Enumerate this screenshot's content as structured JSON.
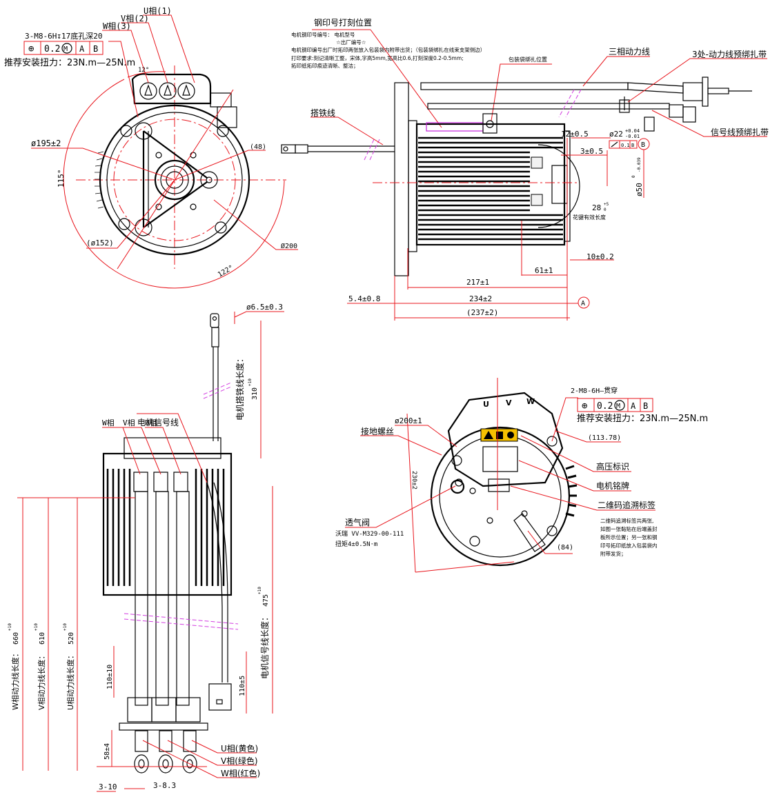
{
  "colors": {
    "dimension_red": "#e8141b",
    "outline_black": "#000000",
    "break_magenta": "#d23ce0",
    "warning_yellow": "#f5c000",
    "background": "#ffffff"
  },
  "front_view": {
    "phase_labels": [
      "U相(1)",
      "V相(2)",
      "W相(3)"
    ],
    "thread_spec": "3-M8-6H↧17底孔深20",
    "tolerance_frame": {
      "symbol": "⊕",
      "value": "0.2",
      "modifier": "M",
      "datum_a": "A",
      "datum_b": "B"
    },
    "torque_note": "推荐安装扭力：23N.m—25N.m",
    "angle_top": "12°",
    "dim_phi195": "ø195±2",
    "dim_48": "(48)",
    "angle_115": "115°",
    "dim_phi152": "(ø152)",
    "dim_phi200": "Ø200",
    "angle_122": "122°"
  },
  "side_view": {
    "stamp_position_title": "钢印号打刻位置",
    "stamp_notes": [
      "电机钢印号编号：  电机型号",
      "☆出厂编号☆",
      "电机钢印编号出厂时拓印两张放入包装袋内附带出货；（包装袋绑扎在线束支架侧边）",
      "打印要求:刻记清晰工整，宋体,字高5mm,宽高比0.6,打刻深度0.2-0.5mm;",
      "拓印纸拓印痕迹清晰、整洁；"
    ],
    "bag_tie_position": "包装袋绑扎位置",
    "three_phase_cable": "三相动力线",
    "power_cable_ties": "3处-动力线预绑扎带",
    "signal_cable_tie": "信号线预绑扎带",
    "ground_wire": "搭铁线",
    "dim_12": "12±0.5",
    "dim_phi22": "ø22",
    "dim_phi22_tol_upper": "+0.04",
    "dim_phi22_tol_lower": "-0.01",
    "runout_frame": {
      "value": "0.1",
      "datum": "B"
    },
    "datum_b": "B",
    "dim_3": "3±0.5",
    "dim_phi50": "ø50",
    "dim_phi50_tol_upper": "0",
    "dim_phi50_tol_lower": "-0.039",
    "dim_28": "28",
    "dim_28_tol_upper": "+5",
    "dim_28_tol_lower": "0",
    "spline_note": "花键有效长度",
    "dim_10": "10±0.2",
    "dim_61": "61±1",
    "dim_217": "217±1",
    "dim_5_4": "5.4±0.8",
    "dim_234": "234±2",
    "datum_a": "A",
    "dim_237": "(237±2)"
  },
  "cable_view": {
    "dim_phi6_5": "ø6.5±0.3",
    "ground_cable_length": "电机搭铁线长度：",
    "ground_cable_value": "310",
    "ground_cable_tol": "+10",
    "signal_cable": "电机信号线",
    "phase_w": "W相",
    "phase_v": "V相",
    "phase_u": "U相",
    "w_length_label": "W相动力线长度：",
    "w_length_value": "660",
    "v_length_label": "V相动力线长度：",
    "v_length_value": "610",
    "u_length_label": "U相动力线长度：",
    "u_length_value": "520",
    "length_tol": "+10",
    "signal_length_label": "电机信号线长度：",
    "signal_length_value": "475",
    "dim_110_10": "110±10",
    "dim_110_5": "110±5",
    "dim_58": "58±4",
    "dim_3_10": "3-10",
    "dim_3_8_3": "3-8.3",
    "u_color": "U相(黄色)",
    "v_color": "V相(绿色)",
    "w_color": "W相(红色)"
  },
  "rear_view": {
    "terminal_letters": [
      "U",
      "V",
      "W"
    ],
    "thread_spec": "2-M8-6H—贯穿",
    "tolerance_frame": {
      "symbol": "⊕",
      "value": "0.2",
      "modifier": "M",
      "datum_a": "A",
      "datum_b": "B"
    },
    "torque_note": "推荐安装扭力：23N.m—25N.m",
    "dim_113_78": "(113.78)",
    "dim_phi200": "ø200±1",
    "ground_screw": "接地螺丝",
    "dim_230": "230±2",
    "hv_label": "高压标识",
    "nameplate": "电机铭牌",
    "qr_label": "二维码追溯标签",
    "qr_notes": [
      "二维码追溯标签共两张,",
      "如图一张黏贴在后端盖封",
      "板所示位置；另一张和钢",
      "印号拓印纸放入包装袋内",
      "附带发货；"
    ],
    "vent_valve": "透气阀",
    "vent_model": "沃瑞 VV-M329-00-111",
    "vent_torque": "扭矩4±0.5N·m",
    "dim_84": "(84)"
  }
}
